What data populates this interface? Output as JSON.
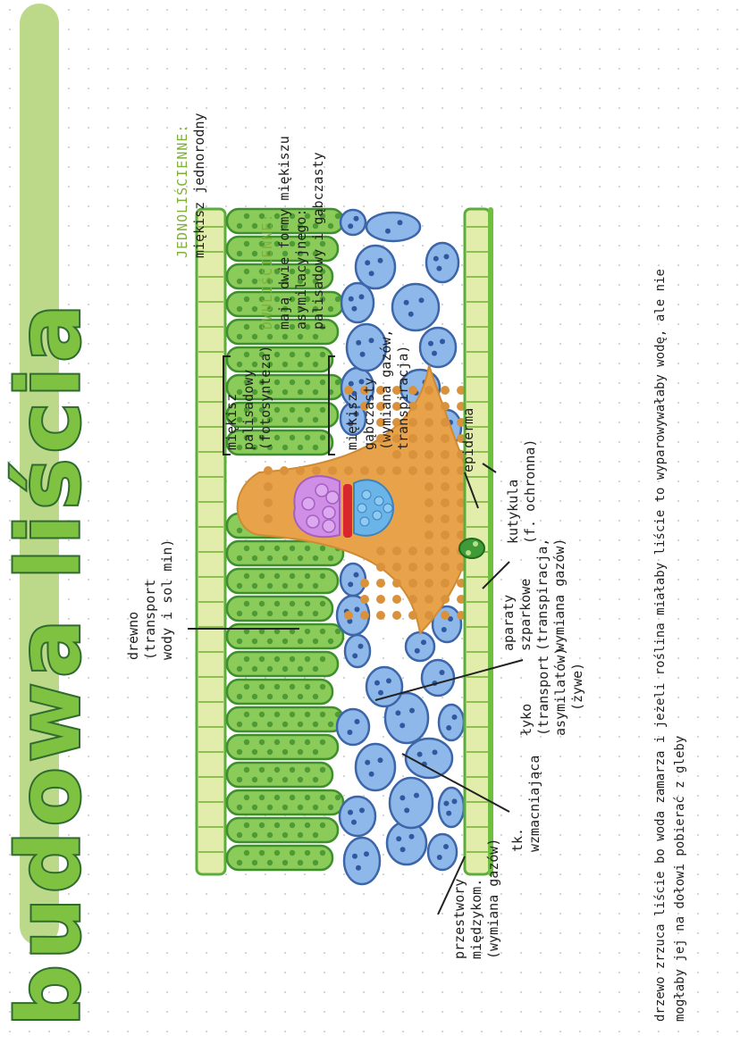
{
  "title": "budowa liścia",
  "labels": {
    "drewno": [
      "drewno",
      "(transport",
      "wody i sol min)"
    ],
    "lyko": [
      "łyko",
      "(transport",
      "asymilatów)"
    ],
    "lyko_extra": "(żywe)",
    "palisadowy": [
      "miękisz",
      "palisadowy",
      "(fotosynteza)"
    ],
    "gabczasty": [
      "miękisz",
      "gąbczasty",
      "(wymiana gazów,",
      "transpiracja)"
    ],
    "epiderma": "epiderma",
    "kutykula": [
      "kutykula",
      "(f. ochronna)"
    ],
    "aparaty": [
      "aparaty",
      "szparkowe",
      "(transpiracja,",
      "wymiana gazów)"
    ],
    "wzmacniajaca": [
      "tk.",
      "wzmacniająca"
    ],
    "przestwory": [
      "przestwory",
      "międzykom.",
      "(wymiana gazów)"
    ]
  },
  "side": {
    "jedno_head": "JEDNOLIŚCIENNE:",
    "jedno_text": [
      "miękisz jednorodny"
    ],
    "dwu_head": "DWULIŚCIENNE:",
    "dwu_text": [
      "mają dwie formy miękiszu",
      "asymilacyjnego:",
      "palisadowy i gąbczasty"
    ]
  },
  "bottom_note": [
    "drzewo zrzuca liście bo woda zamarza i jeżeli roślina miałaby liście to wyparowywałaby wodę, ale nie",
    "mogłaby jej na dołowi pobierać z gleby"
  ],
  "colors": {
    "title_fill": "#7fc241",
    "title_stroke": "#2f6b2f",
    "title_bar": "#bcd98a",
    "palisade": "#8bcb5a",
    "spongy": "#8fb8ea",
    "bundle": "#e8a34a",
    "xylem": "#cf8fe6",
    "phloem": "#6bb4e8",
    "epidermis": "#dfe9a3",
    "heading_green": "#7fb03a"
  }
}
